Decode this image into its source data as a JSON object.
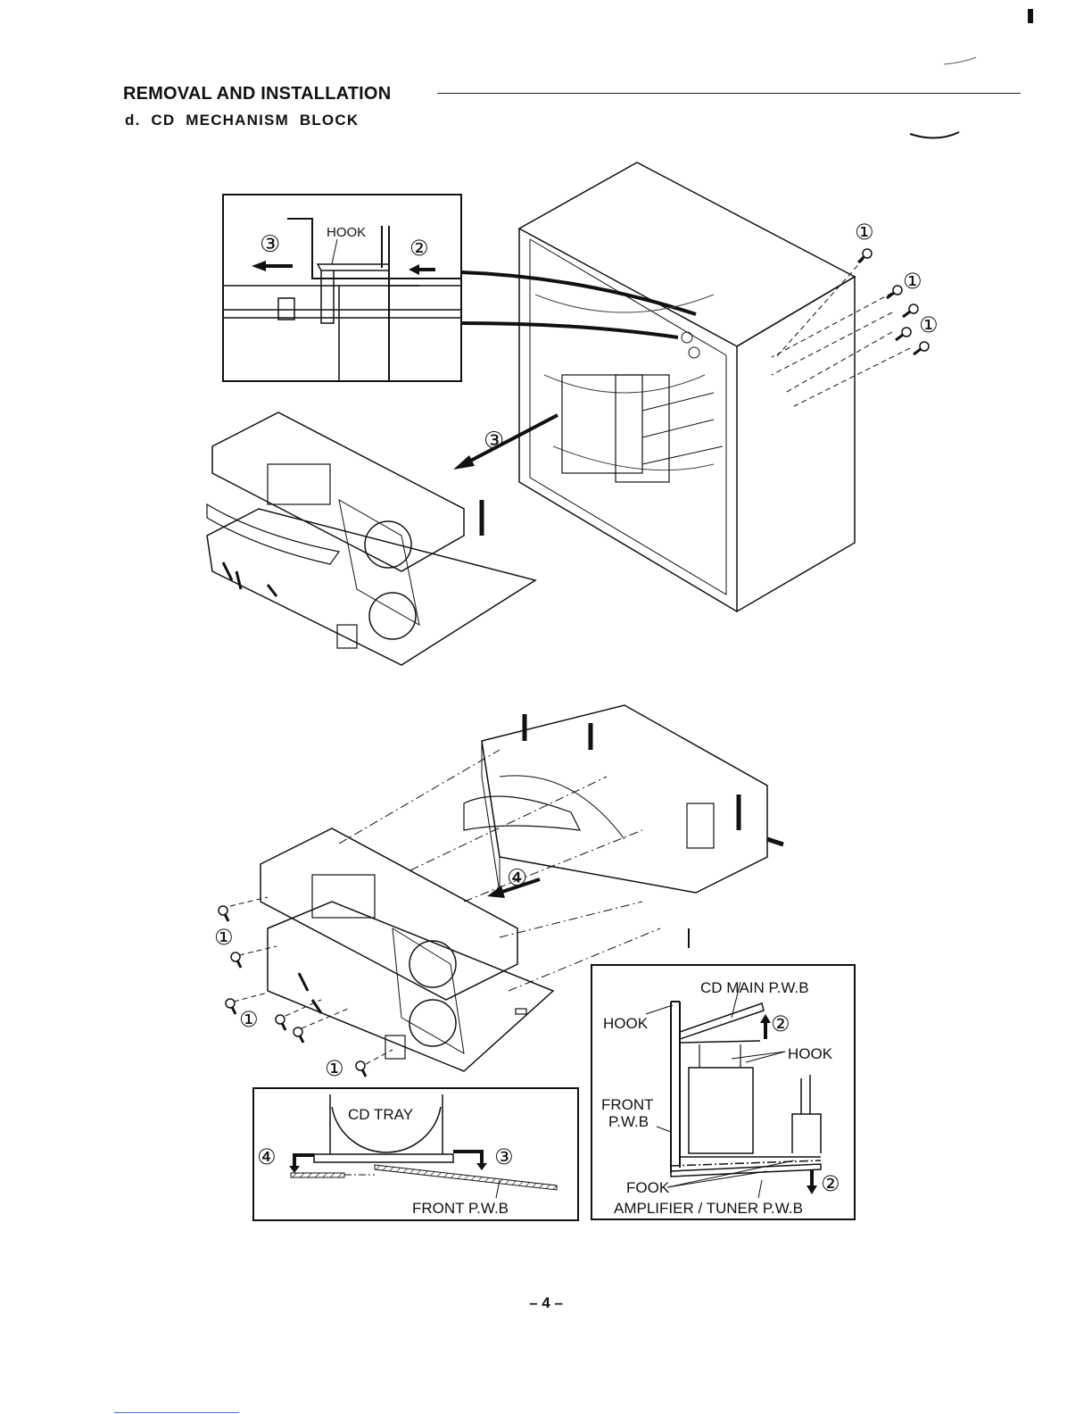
{
  "heading": "REMOVAL AND INSTALLATION",
  "subheading": "d.  CD  MECHANISM  BLOCK",
  "page_number": "– 4 –",
  "labels": {
    "hook": "HOOK",
    "step1": "①",
    "step2": "②",
    "step3": "③",
    "step4": "④",
    "cd_main_pwb": "CD MAIN P.W.B",
    "front_pwb_line1": "FRONT",
    "front_pwb_line2": "P.W.B",
    "fook": "FOOK",
    "amp_tuner_pwb": "AMPLIFIER / TUNER  P.W.B",
    "cd_tray": "CD  TRAY",
    "front_pwb": "FRONT  P.W.B"
  }
}
